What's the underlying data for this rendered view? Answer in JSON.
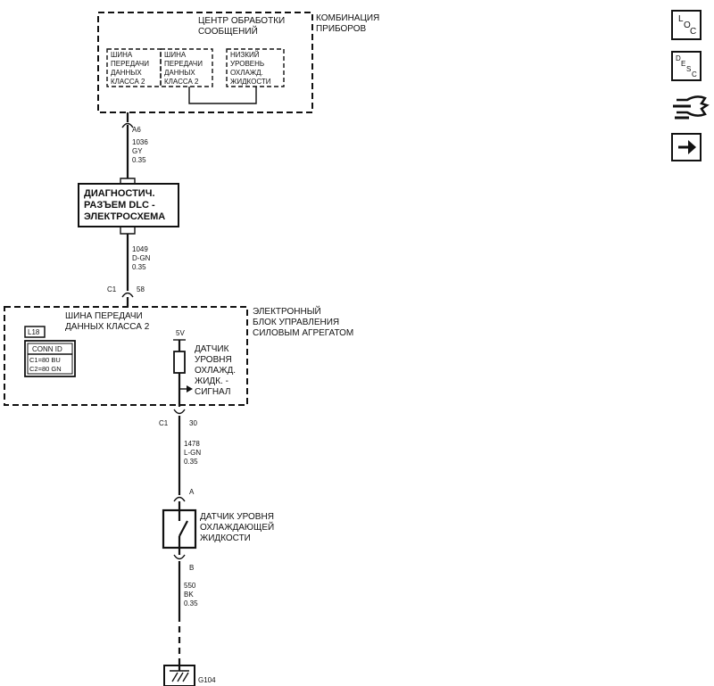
{
  "cluster": {
    "title": [
      "КОМБИНАЦИЯ",
      "ПРИБОРОВ"
    ],
    "center": [
      "ЦЕНТР ОБРАБОТКИ",
      "СООБЩЕНИЙ"
    ],
    "bus1": [
      "ШИНА",
      "ПЕРЕДАЧИ",
      "ДАННЫХ",
      "КЛАССА 2"
    ],
    "bus2": [
      "ШИНА",
      "ПЕРЕДАЧИ",
      "ДАННЫХ",
      "КЛАССА 2"
    ],
    "low_level": [
      "НИЗКИЙ",
      "УРОВЕНЬ",
      "ОХЛАЖД.",
      "ЖИДКОСТИ"
    ],
    "pin": "A6"
  },
  "wire1": {
    "circuit": "1036",
    "color": "GY",
    "gauge": "0.35"
  },
  "dlc": {
    "label": [
      "ДИАГНОСТИЧ.",
      "РАЗЪЕМ DLC -",
      "ЭЛЕКТРОСХЕМА"
    ]
  },
  "wire2": {
    "circuit": "1049",
    "color": "D-GN",
    "gauge": "0.35"
  },
  "ecm_top_conn": {
    "connector": "C1",
    "pin": "58"
  },
  "ecm": {
    "title": [
      "ЭЛЕКТРОННЫЙ",
      "БЛОК УПРАВЛЕНИЯ",
      "СИЛОВЫМ АГРЕГАТОМ"
    ],
    "bus": [
      "ШИНА ПЕРЕДАЧИ",
      "ДАННЫХ КЛАССА 2"
    ],
    "ref": "L18",
    "conn_id_title": "CONN ID",
    "conn_id_rows": [
      "C1=80 BU",
      "C2=80 GN"
    ],
    "voltage": "5V",
    "signal": [
      "ДАТЧИК",
      "УРОВНЯ",
      "ОХЛАЖД.",
      "ЖИДК. -",
      "СИГНАЛ"
    ]
  },
  "ecm_bottom_conn": {
    "connector": "C1",
    "pin": "30"
  },
  "wire3": {
    "circuit": "1478",
    "color": "L-GN",
    "gauge": "0.35"
  },
  "sensor": {
    "pin_top": "A",
    "pin_bottom": "B",
    "label": [
      "ДАТЧИК УРОВНЯ",
      "ОХЛАЖДАЮЩЕЙ",
      "ЖИДКОСТИ"
    ]
  },
  "wire4": {
    "circuit": "550",
    "color": "BK",
    "gauge": "0.35"
  },
  "ground": {
    "label": "G104"
  },
  "side_buttons": {
    "loc": [
      "L",
      "O",
      "C"
    ],
    "desc": [
      "D",
      "E",
      "S",
      "C"
    ],
    "connector_icon": "connector-icon",
    "next_icon": "arrow-right-icon"
  }
}
